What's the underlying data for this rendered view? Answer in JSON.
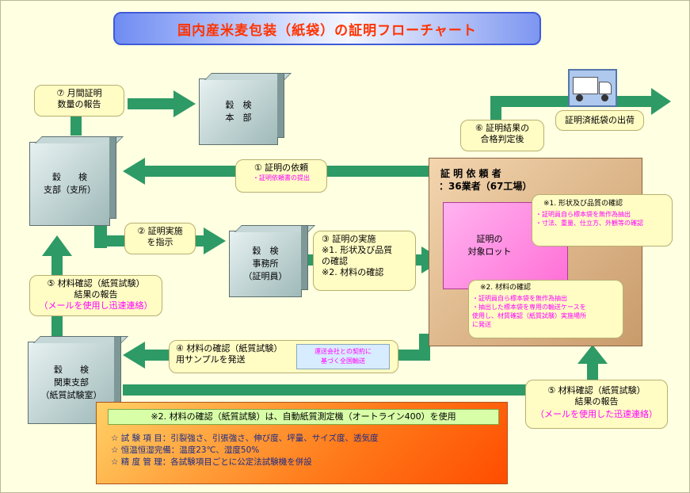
{
  "title": "国内産米麦包装（紙袋）の証明フローチャート",
  "nodes": {
    "honbu": "穀　検\n本　部",
    "shibu": "穀　　検\n支部（支所）",
    "jimusho": "穀　検\n事務所\n（証明員）",
    "kanto": "穀　　検\n関東支部\n（紙質試験室）",
    "taisho_lot": "証明の\n対象ロット"
  },
  "notes": {
    "n7": "⑦ 月間証明\n数量の報告",
    "n1_main": "① 証明の依頼",
    "n1_sub": "・証明依頼書の提出",
    "n2": "② 証明実施\nを指示",
    "n3": "③ 証明の実施\n※1. 形状及び品質\nの確認\n※2. 材料の確認",
    "n5_left_main": "⑤ 材料確認（紙質試験）\n結果の報告",
    "n5_left_sub": "（メールを使用し迅速連絡）",
    "n4": "④ 材料の確認（紙質試験）\n用サンプルを発送",
    "n4_inner": "運送会社との契約に\n基づく全国輸送",
    "n6": "⑥ 証明結果の\n合格判定後",
    "shipping": "証明済紙袋の出荷",
    "n5_right_main": "⑤ 材料確認（紙質試験）\n結果の報告",
    "n5_right_sub": "（メールを使用した迅速連絡）"
  },
  "requester": {
    "label": "証 明 依 頼 者",
    "count": "：36業者（67工場）"
  },
  "check1": {
    "title": "※1. 形状及び品質の確認",
    "items": [
      "・証明員自ら標本袋を無作為抽出",
      "・寸法、重量、仕立方、外観等の確認"
    ]
  },
  "check2": {
    "title": "※2. 材料の確認",
    "items": [
      "・証明員自ら標本袋を無作為抽出",
      "・抽出した標本袋を専用の輸送ケースを\n使用し、材質確認（紙質試験）実施場所\nに発送"
    ]
  },
  "footer": {
    "header": "※2. 材料の確認（紙質試験）は、自動紙質測定機（オートライン400）を使用",
    "lines": [
      "☆ 試 験 項 目：引裂強さ、引張強さ、伸び度、坪量、サイズ度、透気度",
      "☆ 恒温恒湿完備：温度23℃、湿度50%",
      "☆ 精 度 管 理：各試験項目ごとに公定法試験機を併設"
    ]
  },
  "colors": {
    "background": "#ffffe1",
    "arrow": "#2e9a66",
    "note": "#fffcc4",
    "title_text": "#ff3300",
    "pink": "#ff00ff"
  }
}
